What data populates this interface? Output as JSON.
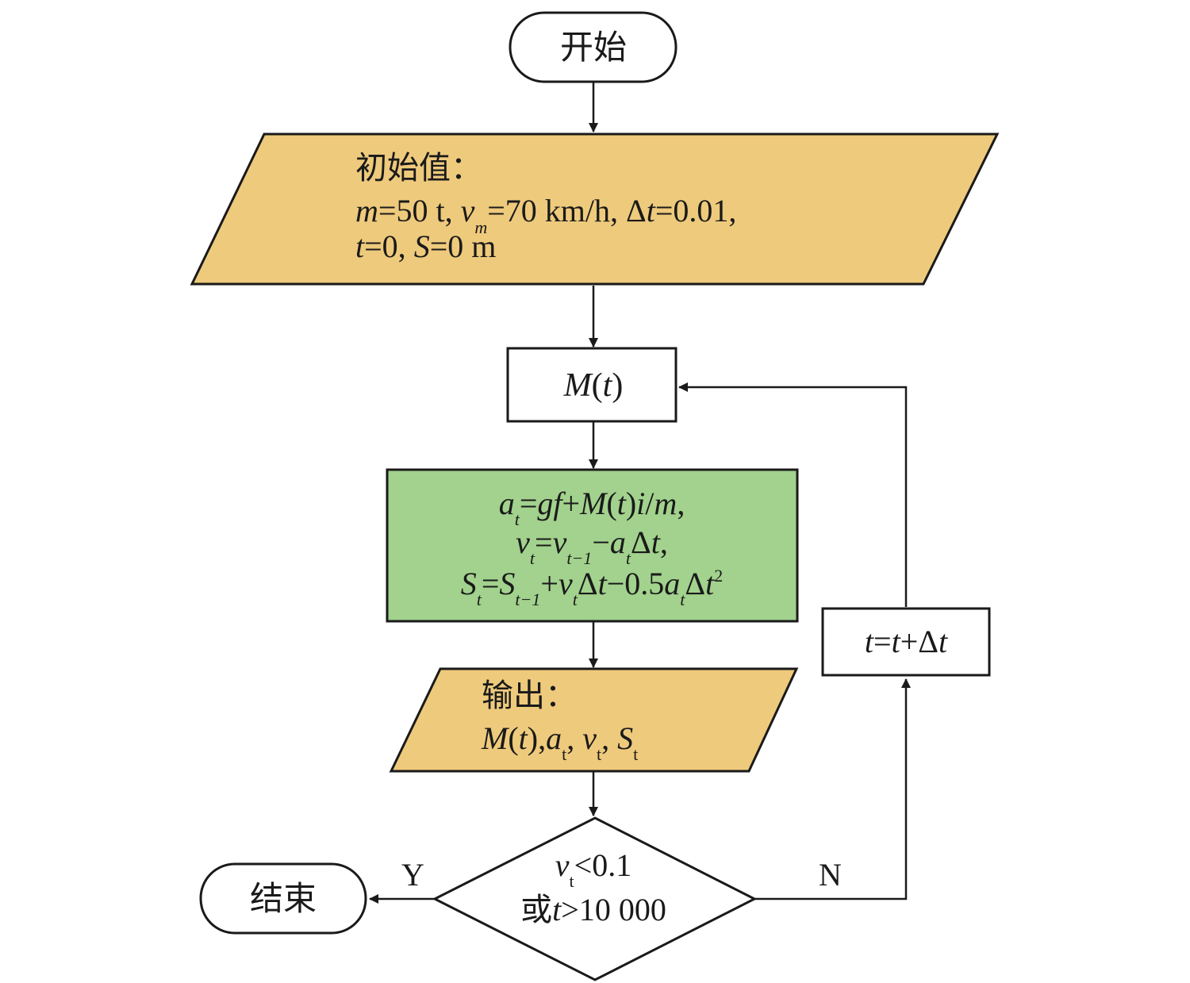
{
  "colors": {
    "io_fill": "#EECA7C",
    "process_fill": "#A2D28D",
    "stroke": "#1a1a1a",
    "background": "#FFFFFF"
  },
  "start": {
    "label": "开始"
  },
  "init": {
    "title": "初始值：",
    "line1": {
      "m": "m",
      "eq_m": "=50 t, ",
      "v": "v",
      "v_sub": "m",
      "eq_v": "=70 km/h, ",
      "dt": "Δ",
      "t": "t",
      "eq_dt": "=0.01,"
    },
    "line2": {
      "t": "t",
      "eq_t": "=0, ",
      "S": "S",
      "eq_S": "=0 m"
    }
  },
  "moment": {
    "M": "M",
    "open": "(",
    "t": "t",
    "close": ")"
  },
  "compute": {
    "line1": {
      "a": "a",
      "a_sub": "t",
      "eq": "=",
      "g": "g",
      "f": "f",
      "plus": "+",
      "M": "M",
      "open": "(",
      "t": "t",
      "close": ")",
      "i": "i",
      "slash": "/",
      "m": "m",
      "end": ","
    },
    "line2": {
      "v": "v",
      "v_sub": "t",
      "eq": "=",
      "v2": "v",
      "v2_sub": "t−1",
      "minus": "−",
      "a": "a",
      "a_sub": "t",
      "delta": "Δ",
      "t": "t",
      "end": ","
    },
    "line3": {
      "S": "S",
      "S_sub": "t",
      "eq": "=",
      "S2": "S",
      "S2_sub": "t−1",
      "plus": "+",
      "v": "v",
      "v_sub": "t",
      "delta": "Δ",
      "t": "t",
      "minus": "−0.5",
      "a": "a",
      "a_sub": "t",
      "delta2": "Δ",
      "t2": "t",
      "sup": "2"
    }
  },
  "output": {
    "title": "输出：",
    "line2": {
      "M": "M",
      "open": "(",
      "t": "t",
      "close": ")",
      "comma1": ",",
      "a": "a",
      "a_sub": "t",
      "comma2": ", ",
      "v": "v",
      "v_sub": "t",
      "comma3": ", ",
      "S": "S",
      "S_sub": "t"
    }
  },
  "decision": {
    "line1": {
      "v": "v",
      "v_sub": "t",
      "rest": "<0.1"
    },
    "line2": {
      "or": "或",
      "t": "t",
      "rest": ">10 000"
    }
  },
  "increment": {
    "t1": "t",
    "eq": "=",
    "t2": "t",
    "plus": "+",
    "delta": "Δ",
    "t3": "t"
  },
  "end": {
    "label": "结束"
  },
  "labels": {
    "yes": "Y",
    "no": "N"
  }
}
